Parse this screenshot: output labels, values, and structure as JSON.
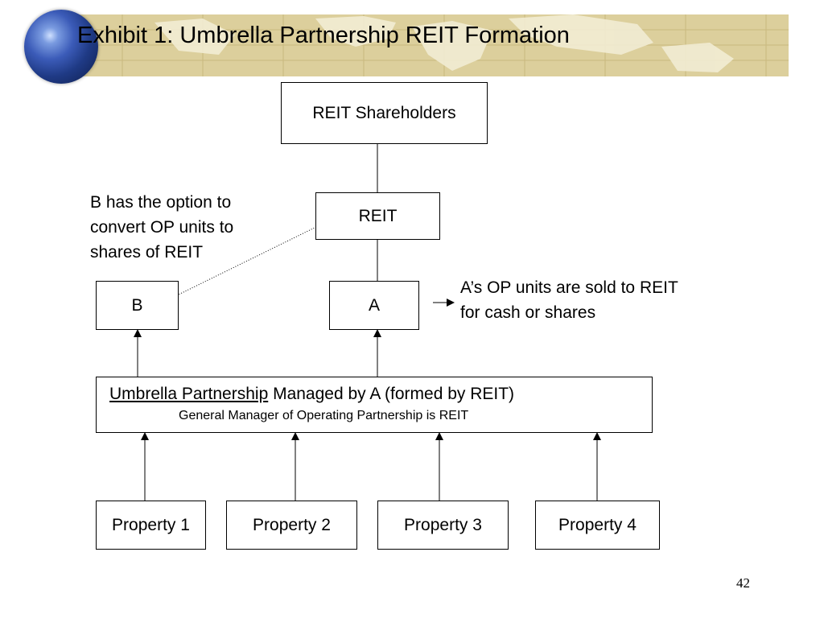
{
  "slide": {
    "title": "Exhibit 1: Umbrella Partnership REIT Formation",
    "page_number": "42"
  },
  "diagram": {
    "nodes": {
      "shareholders": "REIT Shareholders",
      "reit": "REIT",
      "b": "B",
      "a": "A",
      "property1": "Property 1",
      "property2": "Property 2",
      "property3": "Property 3",
      "property4": "Property 4"
    },
    "umbrella": {
      "underlined": "Umbrella Partnership",
      "rest": " Managed by A (formed by REIT)",
      "subtitle": "General Manager of Operating Partnership is REIT"
    },
    "notes": {
      "b_option_line1": "B has the option to",
      "b_option_line2": "convert OP units to",
      "b_option_line3": "shares of REIT",
      "a_sold_line1": "A’s OP units are sold to REIT",
      "a_sold_line2": "for cash or shares"
    }
  }
}
